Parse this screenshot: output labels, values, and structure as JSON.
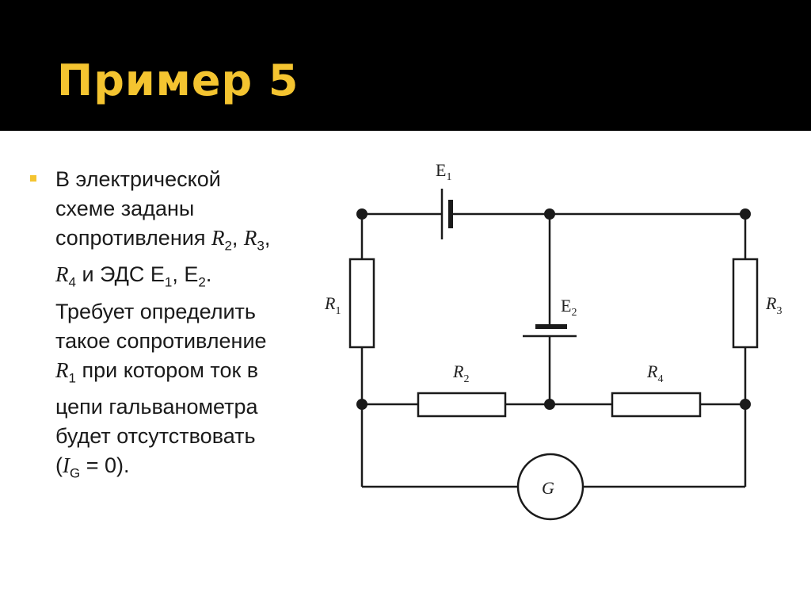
{
  "slide": {
    "title": "Пример 5",
    "accent_color": "#f4c430"
  },
  "text": {
    "l1": "В электрической",
    "l2": "схеме заданы",
    "l3a": "сопротивления ",
    "r2": "R",
    "r2s": "2",
    "c1": ", ",
    "r3": "R",
    "r3s": "3",
    "c2": ",",
    "r4": "R",
    "r4s": "4",
    "l4b": " и ЭДС Е",
    "e1s": "1",
    "l4c": ", Е",
    "e2s": "2",
    "l4d": ".",
    "l5": "Требует определить",
    "l6": "такое сопротивление",
    "r1": "R",
    "r1s": "1",
    "l7b": " при котором ток в",
    "l8": "цепи гальванометра",
    "l9": "будет отсутствовать",
    "p_open": "(",
    "ig": "I",
    "igs": "G",
    "eq": " = 0)."
  },
  "circuit": {
    "E1": "E",
    "E1s": "1",
    "E2": "E",
    "E2s": "2",
    "R1": "R",
    "R1s": "1",
    "R2": "R",
    "R2s": "2",
    "R3": "R",
    "R3s": "3",
    "R4": "R",
    "R4s": "4",
    "G": "G"
  }
}
